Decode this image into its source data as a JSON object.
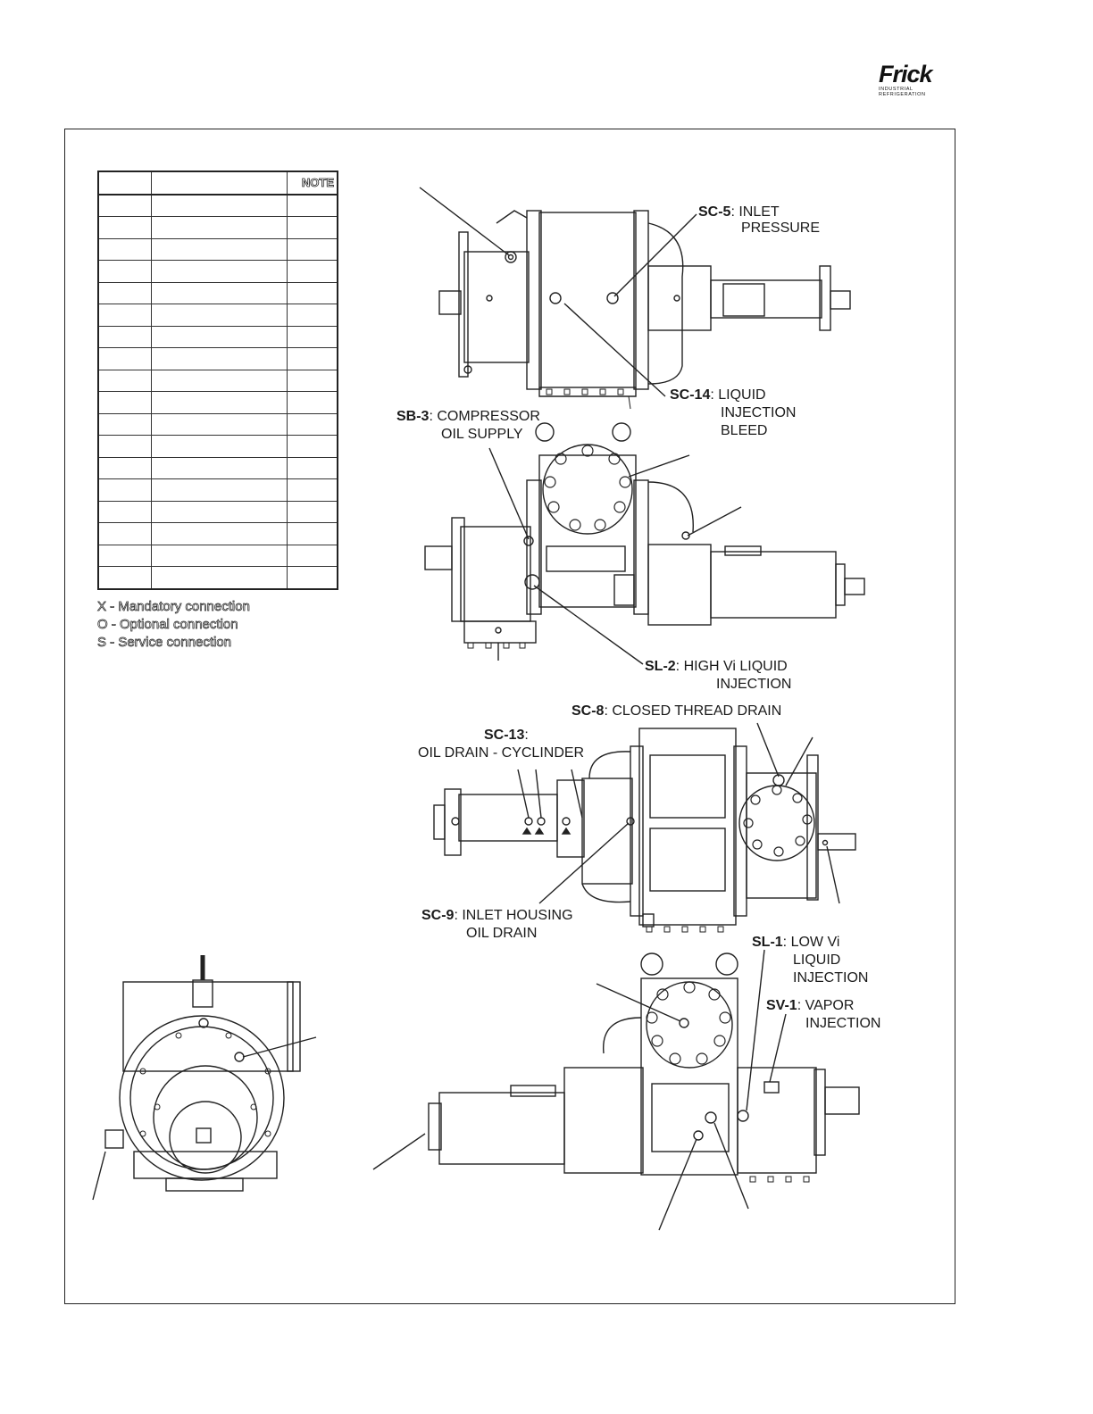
{
  "brand": {
    "name": "Frick",
    "tagline": "INDUSTRIAL REFRIGERATION"
  },
  "table": {
    "header_note": "NOTE",
    "row_count": 18
  },
  "legend": [
    "X - Mandatory connection",
    "O - Optional connection",
    "S - Service connection"
  ],
  "callouts": {
    "sc5": {
      "code": "SC-5",
      "line1": ": INLET",
      "line2": "PRESSURE"
    },
    "sc14": {
      "code": "SC-14",
      "line1": ": LIQUID",
      "line2": "INJECTION",
      "line3": "BLEED"
    },
    "sb3": {
      "code": "SB-3",
      "line1": ": COMPRESSOR",
      "line2": "OIL SUPPLY"
    },
    "sl2": {
      "code": "SL-2",
      "line1": ": HIGH Vi LIQUID",
      "line2": "INJECTION"
    },
    "sc8": {
      "code": "SC-8",
      "line1": ": CLOSED THREAD DRAIN"
    },
    "sc13": {
      "code": "SC-13",
      "line1": ":",
      "line2": "OIL DRAIN - CYCLINDER"
    },
    "sc9": {
      "code": "SC-9",
      "line1": ": INLET HOUSING",
      "line2": "OIL DRAIN"
    },
    "sl1": {
      "code": "SL-1",
      "line1": ": LOW Vi",
      "line2": "LIQUID",
      "line3": "INJECTION"
    },
    "sv1": {
      "code": "SV-1",
      "line1": ": VAPOR",
      "line2": "INJECTION"
    }
  }
}
